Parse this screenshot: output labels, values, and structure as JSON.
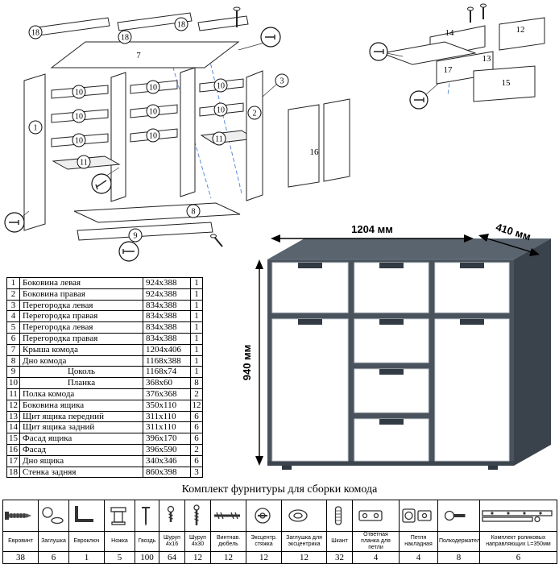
{
  "dims": {
    "width": "1204 мм",
    "depth": "410 мм",
    "height": "940 мм"
  },
  "colors": {
    "chest_body": "#49525d",
    "chest_top": "#5a646e",
    "chest_side": "#3a424c",
    "front_panels": "#ffffff",
    "handle": "#323a44"
  },
  "diagram": {
    "main": {
      "c18a": "18",
      "c18b": "18",
      "c18c": "18",
      "p7": "7",
      "c1": "1",
      "c10a": "10",
      "c10b": "10",
      "c10c": "10",
      "c10d": "10",
      "c10e": "10",
      "c10f": "10",
      "c10g": "10",
      "c10h": "10",
      "c11a": "11",
      "c11b": "11",
      "c2": "2",
      "c3": "3",
      "p16": "16",
      "c9": "9",
      "c8": "8"
    },
    "drawer": {
      "p14": "14",
      "p12": "12",
      "p13": "13",
      "p17": "17",
      "p15": "15"
    }
  },
  "parts_table": {
    "rows": [
      {
        "n": "1",
        "name": "Боковина левая",
        "size": "924x388",
        "qty": "1"
      },
      {
        "n": "2",
        "name": "Боковина правая",
        "size": "924x388",
        "qty": "1"
      },
      {
        "n": "3",
        "name": "Перегородка левая",
        "size": "834x388",
        "qty": "1"
      },
      {
        "n": "4",
        "name": "Перегородка правая",
        "size": "834x388",
        "qty": "1"
      },
      {
        "n": "5",
        "name": "Перегородка левая",
        "size": "834x388",
        "qty": "1"
      },
      {
        "n": "6",
        "name": "Перегородка правая",
        "size": "834x388",
        "qty": "1"
      },
      {
        "n": "7",
        "name": "Крыша комода",
        "size": "1204x406",
        "qty": "1"
      },
      {
        "n": "8",
        "name": "Дно комода",
        "size": "1168x388",
        "qty": "1"
      },
      {
        "n": "9",
        "name": "Цоколь",
        "size": "1168x74",
        "qty": "1"
      },
      {
        "n": "10",
        "name": "Планка",
        "size": "368x60",
        "qty": "8"
      },
      {
        "n": "11",
        "name": "Полка комода",
        "size": "376x368",
        "qty": "2"
      },
      {
        "n": "12",
        "name": "Боковина ящика",
        "size": "350x110",
        "qty": "12"
      },
      {
        "n": "13",
        "name": "Щит ящика передний",
        "size": "311x110",
        "qty": "6"
      },
      {
        "n": "14",
        "name": "Щит ящика задний",
        "size": "311x110",
        "qty": "6"
      },
      {
        "n": "15",
        "name": "Фасад ящика",
        "size": "396x170",
        "qty": "6"
      },
      {
        "n": "16",
        "name": "Фасад",
        "size": "396x590",
        "qty": "2"
      },
      {
        "n": "17",
        "name": "Дно ящика",
        "size": "340x346",
        "qty": "6"
      },
      {
        "n": "18",
        "name": "Стенка задняя",
        "size": "860x398",
        "qty": "3"
      }
    ]
  },
  "hardware": {
    "title": "Комплект фурнитуры для сборки комода",
    "items": [
      {
        "name": "Евровинт",
        "qty": "38"
      },
      {
        "name": "Заглушка",
        "qty": "6"
      },
      {
        "name": "Евроключ",
        "qty": "1"
      },
      {
        "name": "Ножка",
        "qty": "5"
      },
      {
        "name": "Гвоздь",
        "qty": "100"
      },
      {
        "name": "Шуруп 4x16",
        "qty": "64"
      },
      {
        "name": "Шуруп 4x30",
        "qty": "12"
      },
      {
        "name": "Винтнав. дюбель",
        "qty": "12"
      },
      {
        "name": "Эксцентр. стяжка",
        "qty": "12"
      },
      {
        "name": "Заглушка для эксцентрика",
        "qty": "12"
      },
      {
        "name": "Шкант",
        "qty": "32"
      },
      {
        "name": "Ответная планка для петли",
        "qty": "4"
      },
      {
        "name": "Петля накладная",
        "qty": "4"
      },
      {
        "name": "Полкодержатель",
        "qty": "8"
      },
      {
        "name": "Комплект роликовых направляющих L=350мм",
        "qty": "6"
      }
    ]
  }
}
